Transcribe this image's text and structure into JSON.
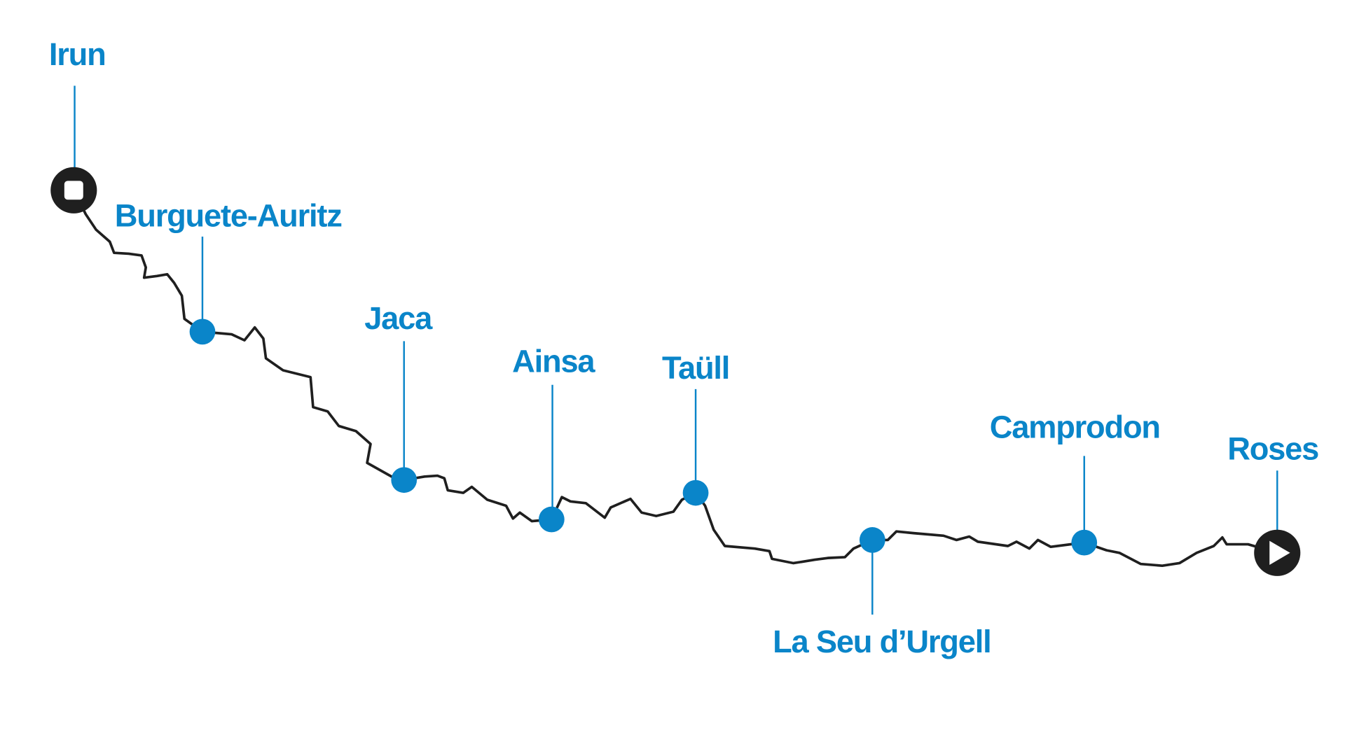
{
  "colors": {
    "accent": "#0a85c9",
    "route": "#1f1f1f",
    "background": "#ffffff"
  },
  "route": {
    "start": {
      "name": "Irun",
      "icon": "stop-square-icon"
    },
    "end": {
      "name": "Roses",
      "icon": "play-triangle-icon"
    },
    "stops": [
      {
        "name": "Burguete-Auritz"
      },
      {
        "name": "Jaca"
      },
      {
        "name": "Ainsa"
      },
      {
        "name": "Taüll"
      },
      {
        "name": "La Seu d’Urgell"
      },
      {
        "name": "Camprodon"
      }
    ]
  }
}
